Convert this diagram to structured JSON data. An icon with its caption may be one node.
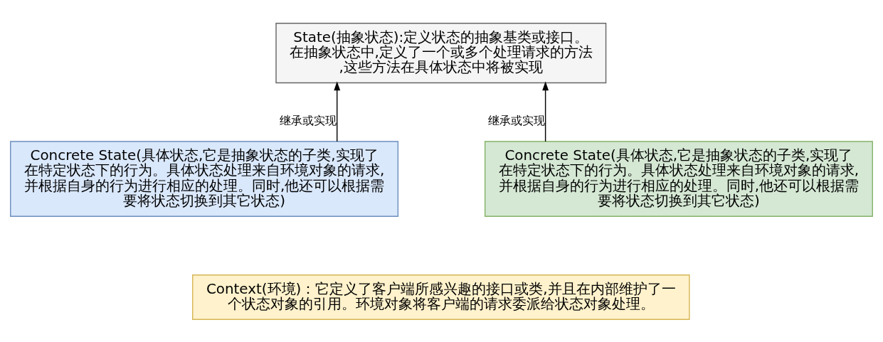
{
  "diagram": {
    "nodes": [
      {
        "text": [
          "State(抽象状态):定义状态的抽象基类或接口。在抽象状态中,定义了一个或多个处理请求的方法,这些方法在具体状态中将被实现"
        ]
      },
      {
        "text": [
          "Concrete State(具体状态,它是抽象状态的子类,实现了在特定状态下的行为。具体状态处理来自环境对象的请求,并根据自身的行为进行相应的处理。同时,他还可以根据需要将状态切换到其它状态)"
        ]
      },
      {
        "text": [
          "Concrete State(具体状态,它是抽象状态的子类,实现了在特定状态下的行为。具体状态处理来自环境对象的请求,并根据自身的行为进行相应的处理。同时,他还可以根据需要将状态切换到其它状态)"
        ]
      },
      {
        "text": [
          "Context(环境)：它定义了客户端所感兴趣的接口或类,并且在内部维护了一个状态对象的引用。环境对象将客户端的请求委派给状态对象处理。"
        ]
      }
    ],
    "edges": [
      {
        "from": 1,
        "to": 0,
        "arrow": "to",
        "label": "继承或实现"
      },
      {
        "from": 2,
        "to": 0,
        "arrow": "to",
        "label": "继承或实现"
      }
    ]
  }
}
